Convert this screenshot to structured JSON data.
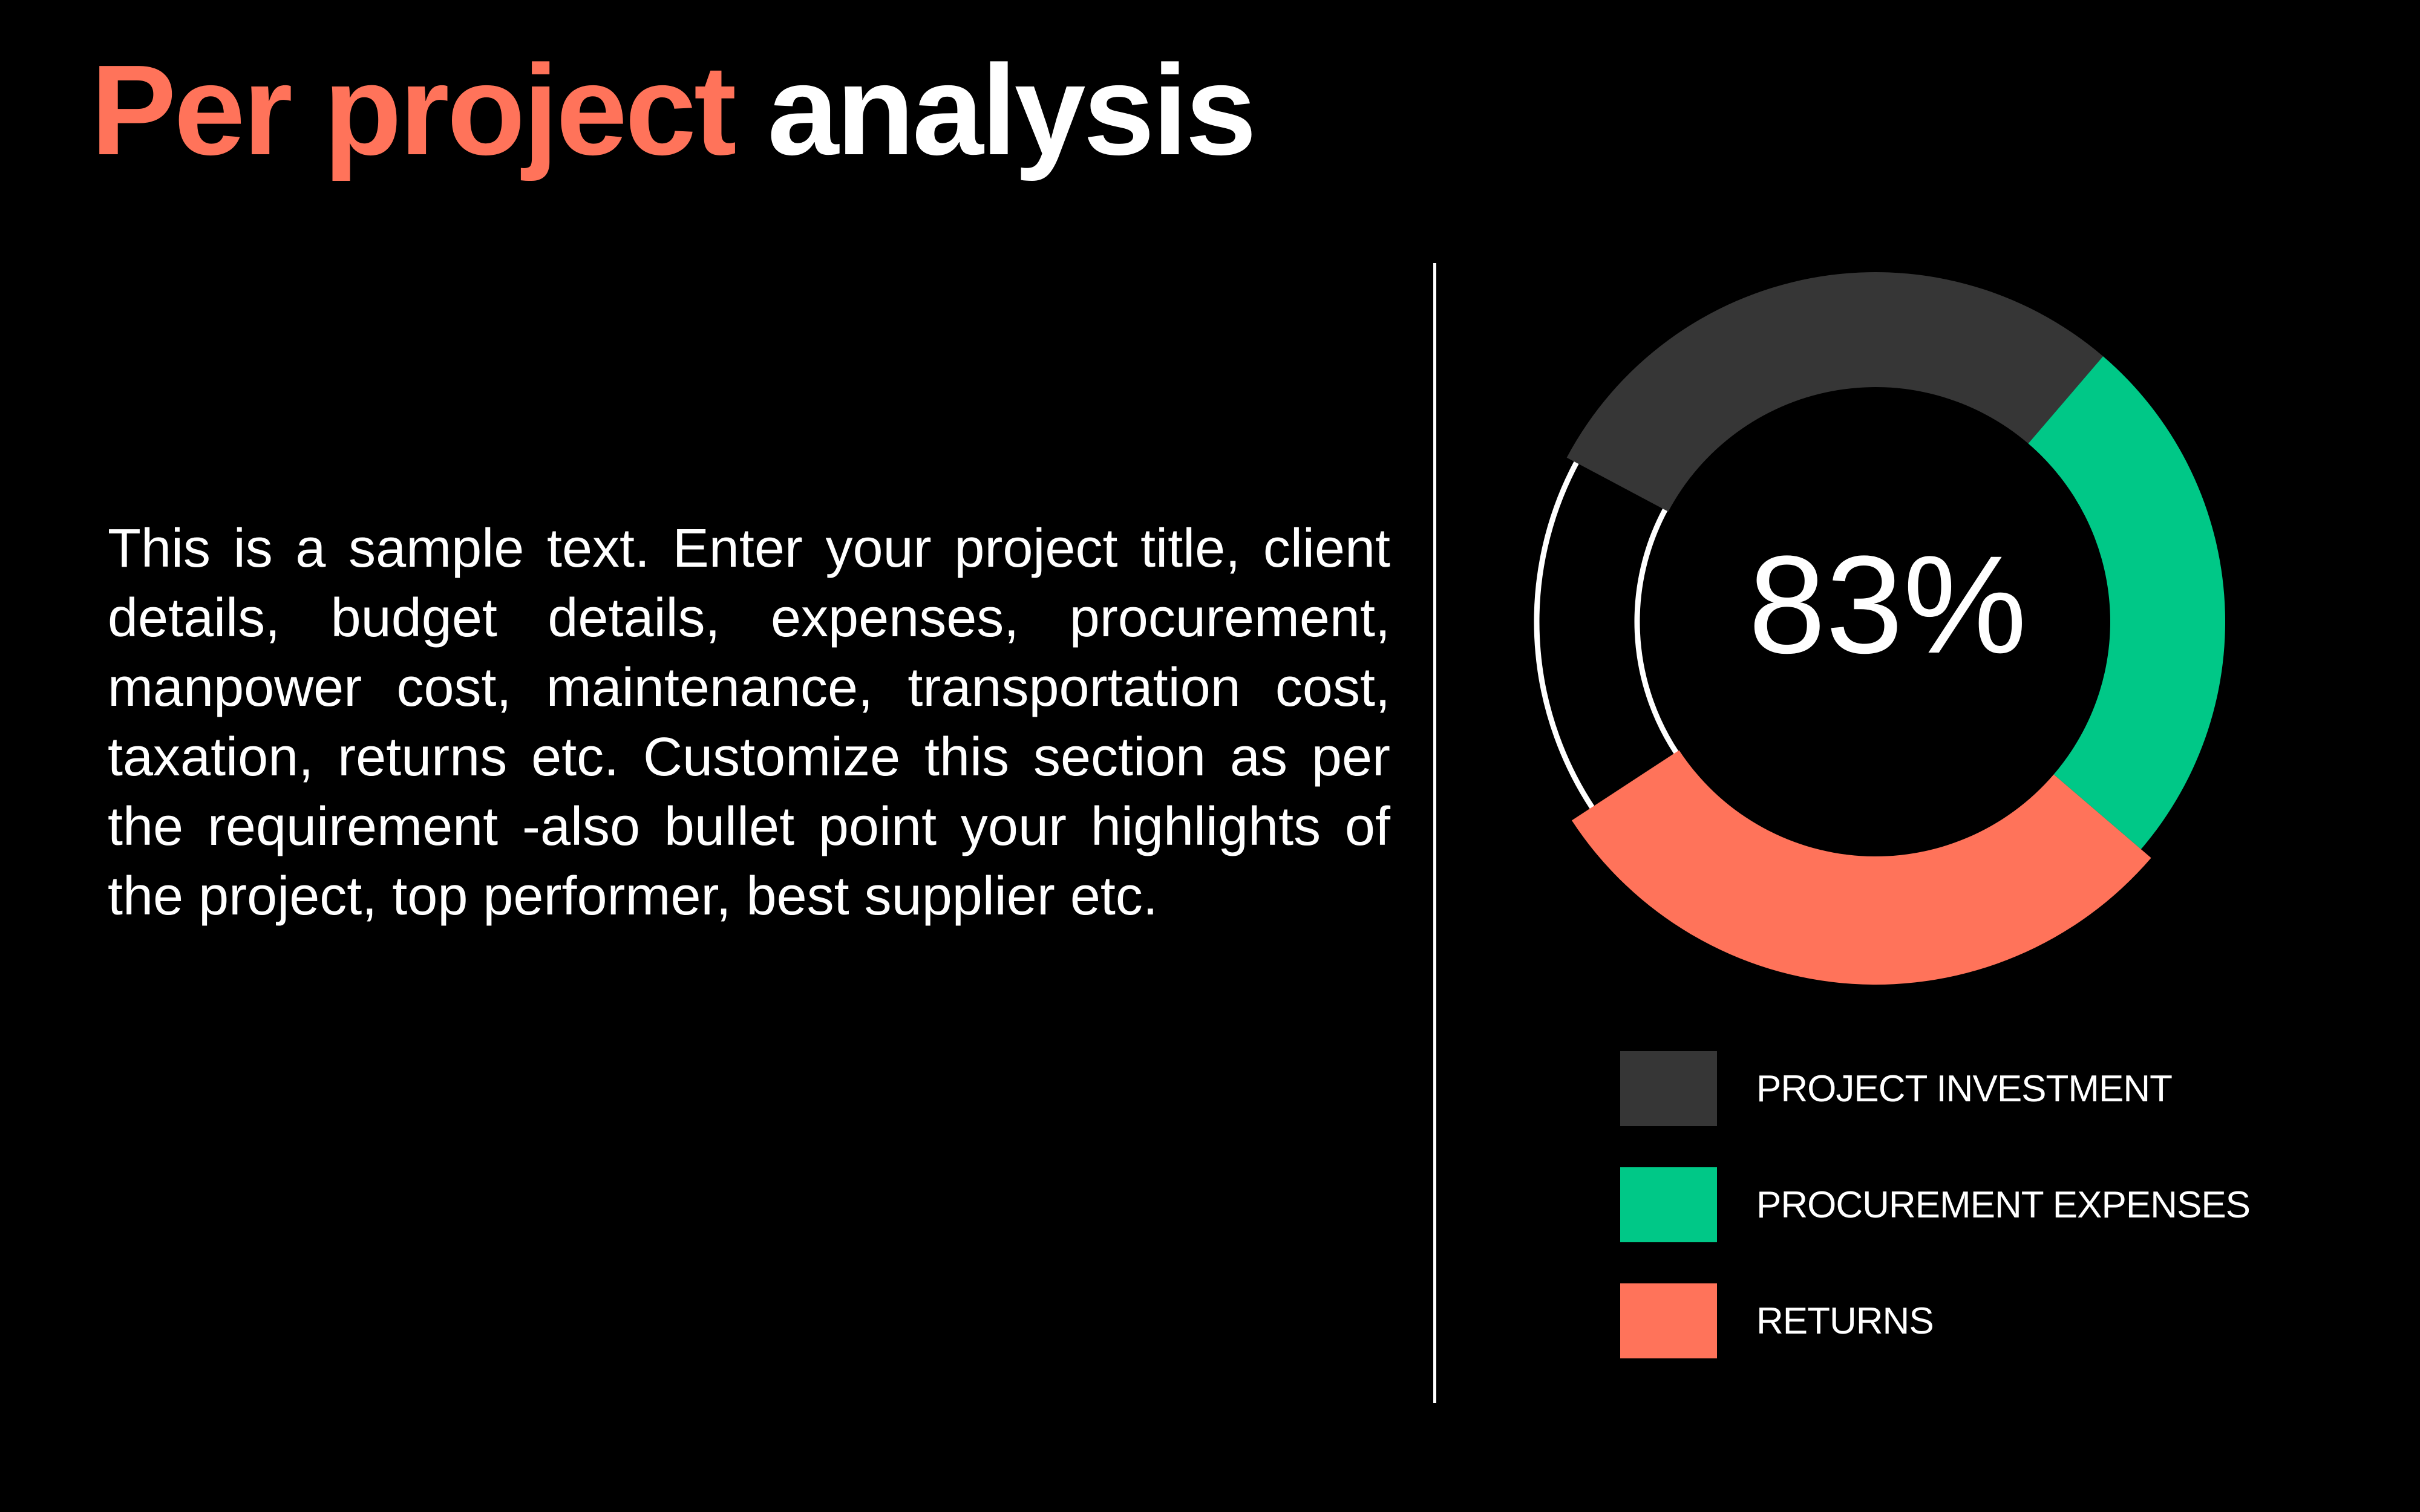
{
  "title": {
    "accent": "Per project",
    "main": "analysis"
  },
  "body_text": "This is a sample text. Enter your project  title, client details,  budget  details, expenses, procurement, manpower cost, maintenance, transportation  cost, taxation, returns etc. Customize this section as per the requirement -also bullet point your highlights of the project, top performer, best supplier etc.",
  "colors": {
    "background": "#000000",
    "accent": "#ff735a",
    "investment": "#363636",
    "procurement": "#00c887",
    "returns": "#ff735a",
    "outline": "#ffffff"
  },
  "chart_data": {
    "type": "pie",
    "center_label": "83%",
    "categories": [
      "PROJECT INVESTMENT",
      "PROCUREMENT EXPENSES",
      "RETURNS"
    ],
    "values": [
      28.5,
      25,
      29.5
    ],
    "colors": [
      "#363636",
      "#00c887",
      "#ff735a"
    ],
    "remaining_outline_only": 17,
    "legend": "right-bottom"
  }
}
